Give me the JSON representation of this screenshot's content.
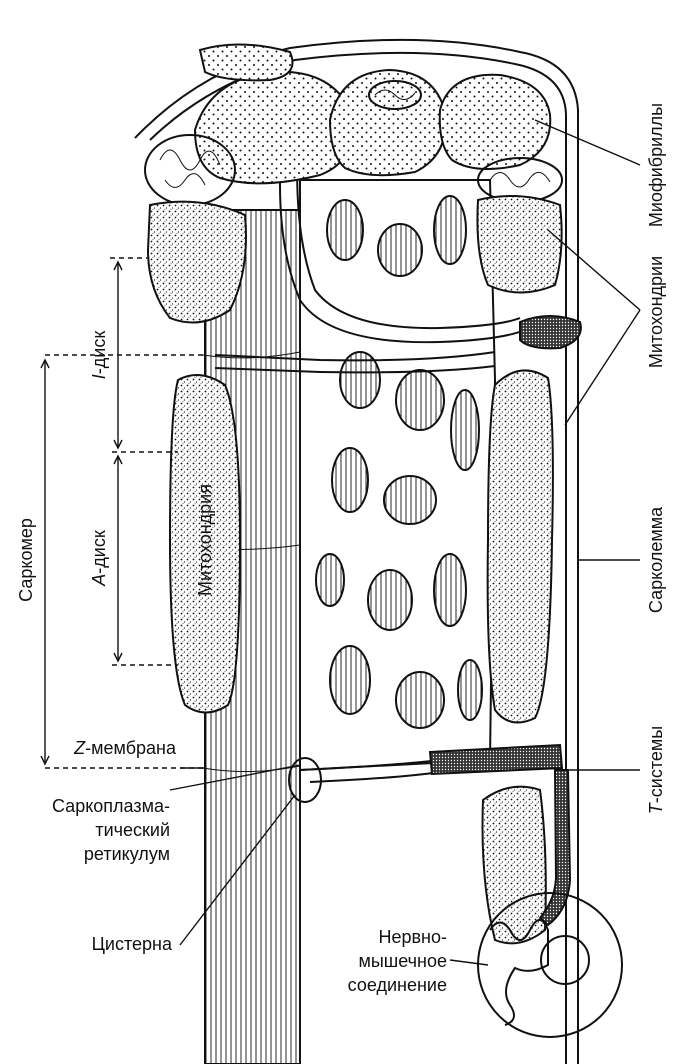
{
  "labels": {
    "myofibrils": "Миофибриллы",
    "mitochondria_right": "Митохондрии",
    "sarcolemma": "Сарколемма",
    "t_systems_prefix": "T",
    "t_systems_rest": "-системы",
    "sarcomere": "Саркомер",
    "i_disc_prefix": "I",
    "i_disc_rest": "-диск",
    "a_disc_prefix": "A",
    "a_disc_rest": "-диск",
    "mitochondrion_center": "Митохондрия",
    "z_membrane_prefix": "Z",
    "z_membrane_rest": "-мембрана",
    "sr_line1": "Саркоплазма-",
    "sr_line2": "тический",
    "sr_line3": "ретикулум",
    "cistern": "Цистерна",
    "nmj_line1": "Нервно-",
    "nmj_line2": "мышечное",
    "nmj_line3": "соединение"
  },
  "colors": {
    "ink": "#111111",
    "paper": "#ffffff"
  }
}
